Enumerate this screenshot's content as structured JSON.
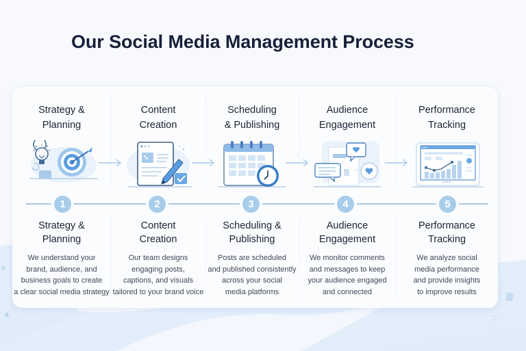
{
  "page": {
    "title": "Our Social Media Management Process"
  },
  "colors": {
    "title": "#172039",
    "accent": "#4a90d9",
    "accent_light": "#a8cdea",
    "timeline": "#a9c9e6",
    "card_bg": "#fbfcfe",
    "text": "#1c2233",
    "desc_text": "#3f4656"
  },
  "steps": [
    {
      "number": "1",
      "icon": "lightbulb-target-icon",
      "header_title": [
        "Strategy &",
        "Planning"
      ],
      "title": [
        "Strategy &",
        "Planning"
      ],
      "description": [
        "We understand your",
        "brand, audience, and",
        "business goals to create",
        "a clear social media strategy"
      ]
    },
    {
      "number": "2",
      "icon": "document-pencil-icon",
      "header_title": [
        "Content",
        "Creation"
      ],
      "title": [
        "Content",
        "Creation"
      ],
      "description": [
        "Our team designs",
        "engaging posts,",
        "captions, and visuals",
        "tailored to your brand voice"
      ]
    },
    {
      "number": "3",
      "icon": "calendar-clock-icon",
      "header_title": [
        "Scheduling",
        "& Publishing"
      ],
      "title": [
        "Scheduling &",
        "Publishing"
      ],
      "description": [
        "Posts are scheduled",
        "and published consistently",
        "across your social",
        "media platforms"
      ]
    },
    {
      "number": "4",
      "icon": "chat-heart-icon",
      "header_title": [
        "Audience",
        "Engagement"
      ],
      "title": [
        "Audience",
        "Engagement"
      ],
      "description": [
        "We monitor comments",
        "and messages to keep",
        "your audience engaged",
        "and connected"
      ]
    },
    {
      "number": "5",
      "icon": "analytics-dashboard-icon",
      "header_title": [
        "Performance",
        "Tracking"
      ],
      "title": [
        "Performance",
        "Tracking"
      ],
      "description": [
        "We analyze social",
        "media performance",
        "and provide insights",
        "to improve results"
      ]
    }
  ]
}
